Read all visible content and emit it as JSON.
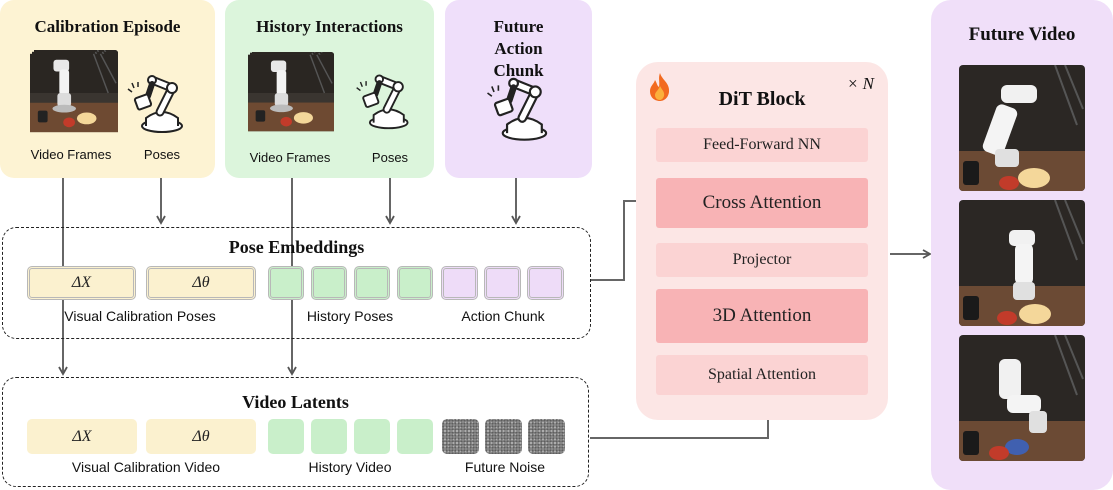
{
  "panels": {
    "calibration": {
      "title": "Calibration Episode",
      "captions": [
        "Video Frames",
        "Poses"
      ]
    },
    "history": {
      "title": "History Interactions",
      "captions": [
        "Video Frames",
        "Poses"
      ]
    },
    "future_action": {
      "title": "Future Action Chunk"
    },
    "future_video": {
      "title": "Future Video"
    }
  },
  "pose_embeddings": {
    "title": "Pose Embeddings",
    "token_labels": [
      "ΔX",
      "Δθ"
    ],
    "group_labels": [
      "Visual Calibration Poses",
      "History Poses",
      "Action Chunk"
    ]
  },
  "video_latents": {
    "title": "Video Latents",
    "token_labels": [
      "ΔX",
      "Δθ"
    ],
    "group_labels": [
      "Visual Calibration Video",
      "History Video",
      "Future Noise"
    ]
  },
  "dit_block": {
    "title": "DiT Block",
    "repeat": "× N",
    "layers": [
      "Feed-Forward NN",
      "Cross Attention",
      "Projector",
      "3D Attention",
      "Spatial Attention"
    ]
  },
  "colors": {
    "calibration": "#fdf3d3",
    "history": "#dcf5dc",
    "future_action": "#efdffa",
    "future_video": "#f0dff9",
    "dit_block": "#fce6e5",
    "dit_layer_light": "#fbd3d3",
    "dit_layer_dark": "#f8b3b5",
    "pose_calib_token": "#fbf1cf",
    "history_token": "#c9efca",
    "action_token": "#eedcf8",
    "noise_token": "#888888"
  },
  "icons": [
    "robot-arm-icon",
    "fire-icon",
    "noise-token"
  ]
}
